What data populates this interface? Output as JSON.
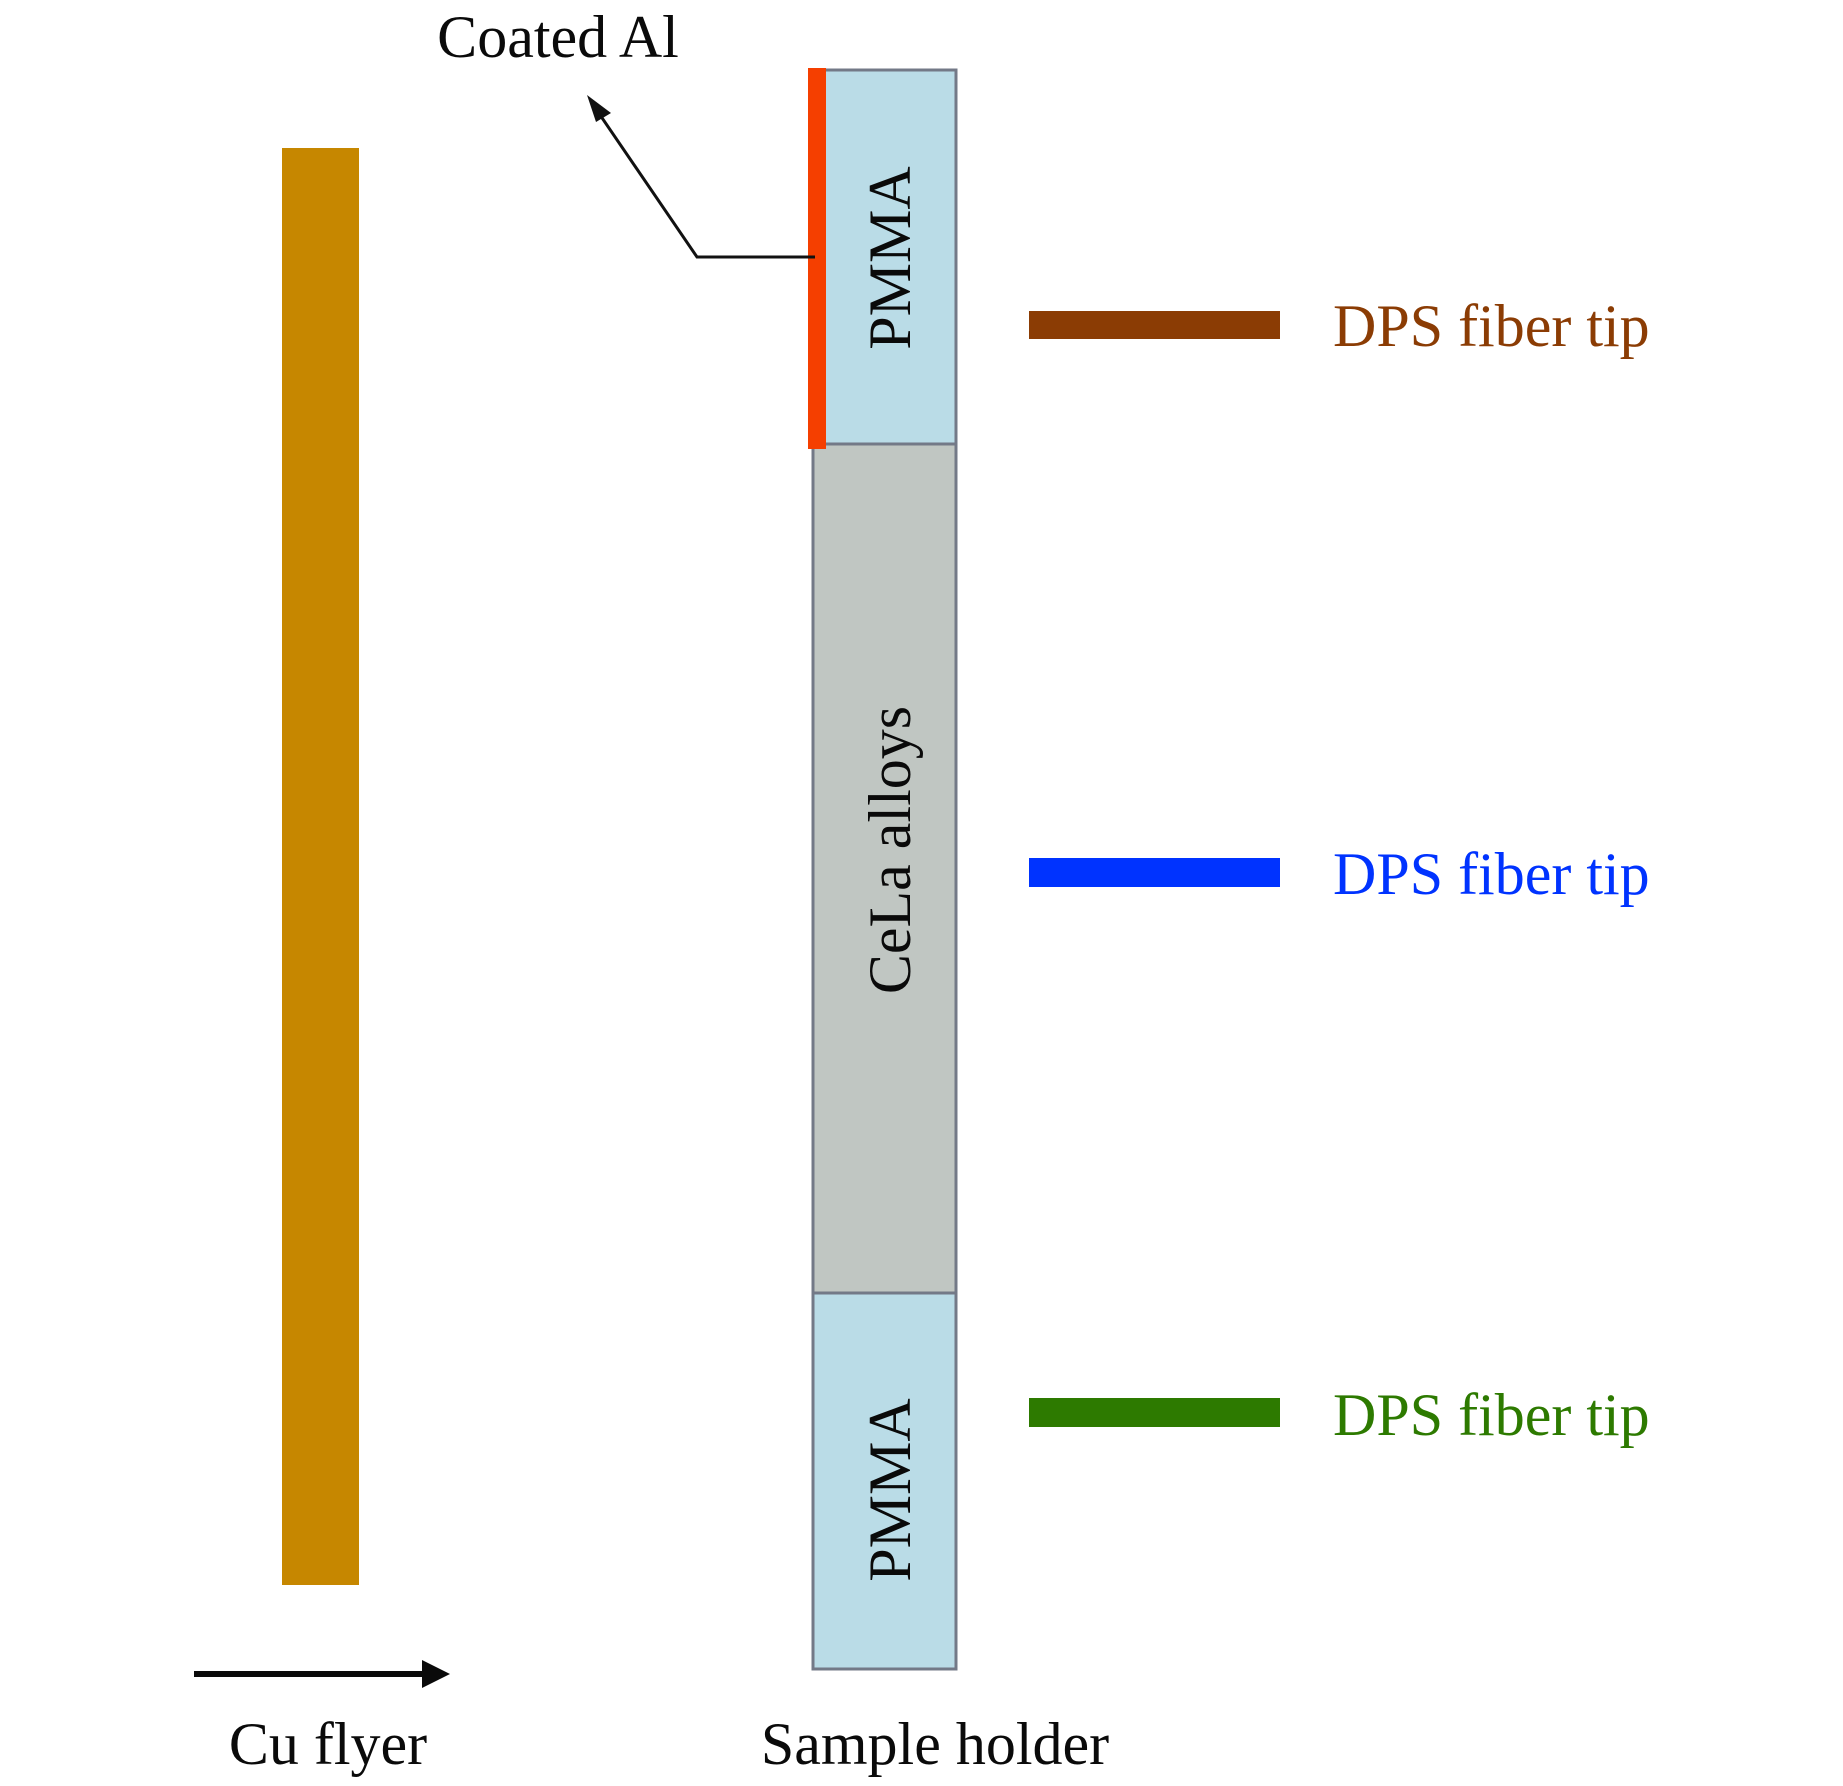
{
  "diagram": {
    "cu_flyer": {
      "label": "Cu flyer",
      "color": "#C68700",
      "motion_direction": "right"
    },
    "sample_holder": {
      "label": "Sample holder",
      "border_color": "#737987",
      "layers": [
        {
          "id": "top-pmma",
          "label": "PMMA",
          "fill": "#BADCE7"
        },
        {
          "id": "cela",
          "label": "CeLa alloys",
          "fill": "#C0C6C2"
        },
        {
          "id": "bottom-pmma",
          "label": "PMMA",
          "fill": "#BADCE7"
        }
      ]
    },
    "coating": {
      "label": "Coated Al",
      "color": "#F53F00"
    },
    "fibers": [
      {
        "label": "DPS fiber tip",
        "color": "#8B3C04"
      },
      {
        "label": "DPS fiber tip",
        "color": "#0033FF"
      },
      {
        "label": "DPS fiber tip",
        "color": "#2D7A00"
      }
    ]
  }
}
